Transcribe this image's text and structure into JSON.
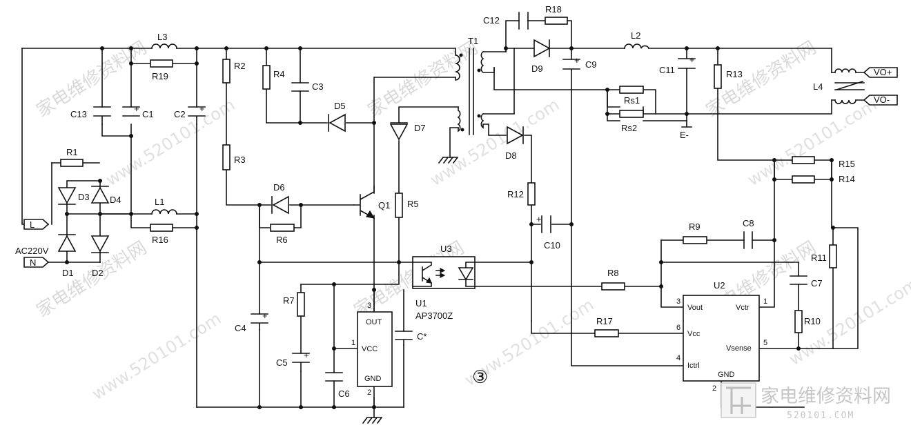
{
  "watermarks": {
    "cn": "家电维修资料网",
    "url": "www.520101.com"
  },
  "logo": {
    "cn": "家电维修资料网",
    "url": "520101.COM"
  },
  "figure_number": "③",
  "labels": {
    "L3": "L3",
    "R19": "R19",
    "C13": "C13",
    "C1": "C1",
    "C2": "C2",
    "R1": "R1",
    "D3": "D3",
    "D4": "D4",
    "L1": "L1",
    "R16": "R16",
    "AC": "AC220V",
    "L": "L",
    "N": "N",
    "D1": "D1",
    "D2": "D2",
    "R2": "R2",
    "R3": "R3",
    "R4": "R4",
    "C3": "C3",
    "D5": "D5",
    "D6": "D6",
    "R6": "R6",
    "Q1": "Q1",
    "D7": "D7",
    "R5": "R5",
    "C4": "C4",
    "R7": "R7",
    "C5": "C5",
    "C6": "C6",
    "U1": "U1",
    "U1part": "AP3700Z",
    "Cstar": "C*",
    "T1": "T1",
    "C12": "C12",
    "R18": "R18",
    "D9": "D9",
    "C9": "C9",
    "D8": "D8",
    "R12": "R12",
    "C10": "C10",
    "U3": "U3",
    "L2": "L2",
    "C11": "C11",
    "R13": "R13",
    "Rs1": "Rs1",
    "Rs2": "Rs2",
    "Eminus": "E-",
    "L4": "L4",
    "VOp": "VO+",
    "VOm": "VO-",
    "R15": "R15",
    "R14": "R14",
    "R9": "R9",
    "C8": "C8",
    "R8": "R8",
    "R11": "R11",
    "C7": "C7",
    "R17": "R17",
    "R10": "R10",
    "U2": "U2"
  },
  "u1_pins": {
    "out": "OUT",
    "vcc": "VCC",
    "gnd": "GND",
    "n_out": "3",
    "n_vcc": "1",
    "n_gnd": "2"
  },
  "u2_pins": {
    "vout": "Vout",
    "vctr": "Vctr",
    "vcc": "Vcc",
    "vsense": "Vsense",
    "ictrl": "Ictrl",
    "gnd": "GND",
    "n_vout": "3",
    "n_vctr": "1",
    "n_vcc": "6",
    "n_vsense": "5",
    "n_ictrl": "4",
    "n_gnd": "2"
  },
  "polarity": "+"
}
